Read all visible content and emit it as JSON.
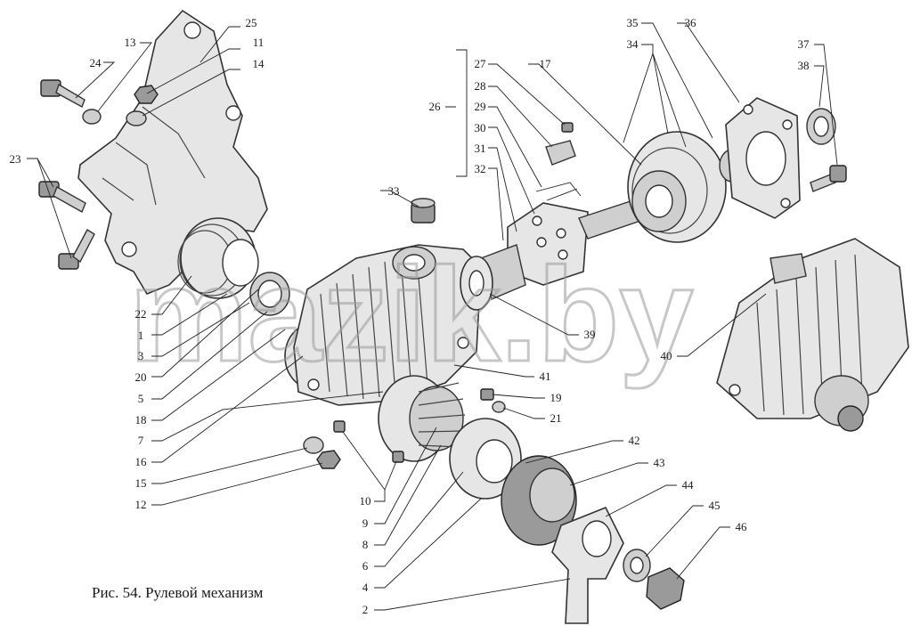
{
  "caption": "Рис. 54. Рулевой механизм",
  "watermark": "mazik.by",
  "callouts": [
    {
      "id": "c25",
      "text": "25"
    },
    {
      "id": "c13",
      "text": "13"
    },
    {
      "id": "c11",
      "text": "11"
    },
    {
      "id": "c24",
      "text": "24"
    },
    {
      "id": "c14",
      "text": "14"
    },
    {
      "id": "c23",
      "text": "23"
    },
    {
      "id": "c27",
      "text": "27"
    },
    {
      "id": "c17",
      "text": "17"
    },
    {
      "id": "c28",
      "text": "28"
    },
    {
      "id": "c26",
      "text": "26"
    },
    {
      "id": "c29",
      "text": "29"
    },
    {
      "id": "c30",
      "text": "30"
    },
    {
      "id": "c31",
      "text": "31"
    },
    {
      "id": "c32",
      "text": "32"
    },
    {
      "id": "c33",
      "text": "33"
    },
    {
      "id": "c35",
      "text": "35"
    },
    {
      "id": "c36",
      "text": "36"
    },
    {
      "id": "c34",
      "text": "34"
    },
    {
      "id": "c37",
      "text": "37"
    },
    {
      "id": "c38",
      "text": "38"
    },
    {
      "id": "c22",
      "text": "22"
    },
    {
      "id": "c1",
      "text": "1"
    },
    {
      "id": "c3",
      "text": "3"
    },
    {
      "id": "c20",
      "text": "20"
    },
    {
      "id": "c5",
      "text": "5"
    },
    {
      "id": "c18",
      "text": "18"
    },
    {
      "id": "c7",
      "text": "7"
    },
    {
      "id": "c16",
      "text": "16"
    },
    {
      "id": "c15",
      "text": "15"
    },
    {
      "id": "c12",
      "text": "12"
    },
    {
      "id": "c10",
      "text": "10"
    },
    {
      "id": "c9",
      "text": "9"
    },
    {
      "id": "c8",
      "text": "8"
    },
    {
      "id": "c6",
      "text": "6"
    },
    {
      "id": "c4",
      "text": "4"
    },
    {
      "id": "c2",
      "text": "2"
    },
    {
      "id": "c39",
      "text": "39"
    },
    {
      "id": "c40",
      "text": "40"
    },
    {
      "id": "c41",
      "text": "41"
    },
    {
      "id": "c19",
      "text": "19"
    },
    {
      "id": "c21",
      "text": "21"
    },
    {
      "id": "c42",
      "text": "42"
    },
    {
      "id": "c43",
      "text": "43"
    },
    {
      "id": "c44",
      "text": "44"
    },
    {
      "id": "c45",
      "text": "45"
    },
    {
      "id": "c46",
      "text": "46"
    }
  ]
}
